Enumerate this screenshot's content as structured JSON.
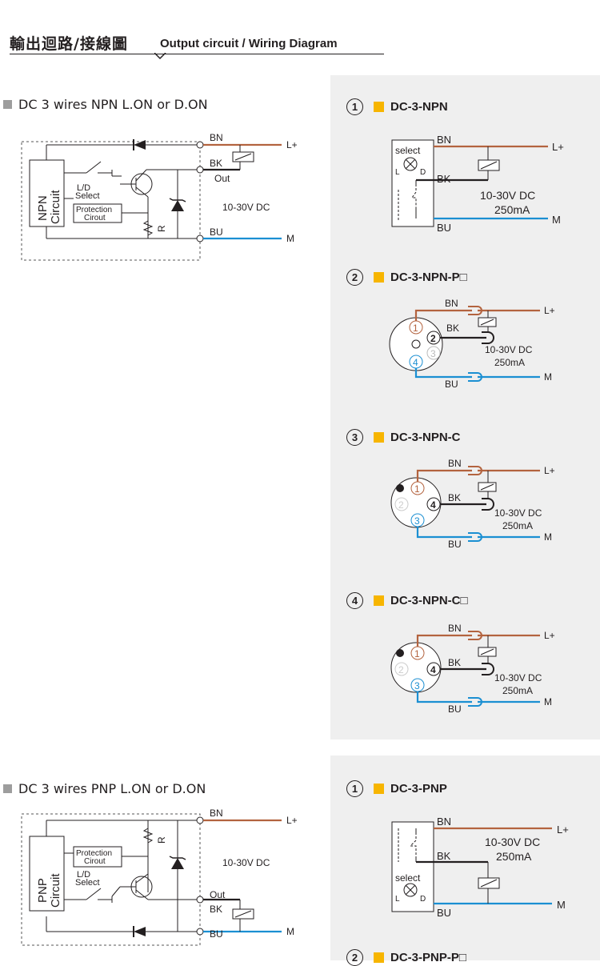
{
  "header": {
    "title_cn": "輸出迴路/接線圖",
    "title_en": "Output circuit / Wiring Diagram"
  },
  "npn": {
    "section_title": "DC 3 wires NPN  L.ON  or  D.ON",
    "schematic": {
      "circuit_l1": "NPN",
      "circuit_l2": "Circuit",
      "ld": "L/D",
      "select": "Select",
      "prot1": "Protection",
      "prot2": "Cirout",
      "r": "R",
      "bn": "BN",
      "bk": "BK",
      "out": "Out",
      "bu": "BU",
      "supply": "10-30V DC",
      "lplus": "L+",
      "m": "M"
    },
    "variants": [
      {
        "num": "1",
        "name": "DC-3-NPN"
      },
      {
        "num": "2",
        "name": "DC-3-NPN-P□"
      },
      {
        "num": "3",
        "name": "DC-3-NPN-C"
      },
      {
        "num": "4",
        "name": "DC-3-NPN-C□"
      }
    ]
  },
  "pnp": {
    "section_title": "DC 3 wires PNP  L.ON  or  D.ON",
    "schematic": {
      "circuit_l1": "PNP",
      "circuit_l2": "Circuit",
      "ld": "L/D",
      "select": "Select",
      "prot1": "Protection",
      "prot2": "Cirout",
      "r": "R",
      "bn": "BN",
      "bk": "BK",
      "out": "Out",
      "bu": "BU",
      "supply": "10-30V DC",
      "lplus": "L+",
      "m": "M"
    },
    "variants": [
      {
        "num": "1",
        "name": "DC-3-PNP"
      },
      {
        "num": "2",
        "name": "DC-3-PNP-P□"
      }
    ]
  },
  "wiring": {
    "bn": "BN",
    "bk": "BK",
    "bu": "BU",
    "lplus": "L+",
    "m": "M",
    "volt": "10-30V DC",
    "current": "250mA",
    "select": "select",
    "l": "L",
    "d": "D",
    "pin1": "1",
    "pin2": "2",
    "pin3": "3",
    "pin4": "4"
  },
  "colors": {
    "brown": "#b3633f",
    "black": "#231f20",
    "blue": "#1b8fd2",
    "yellow": "#f7b500",
    "panel": "#efefef",
    "marker": "#9d9d9d"
  }
}
